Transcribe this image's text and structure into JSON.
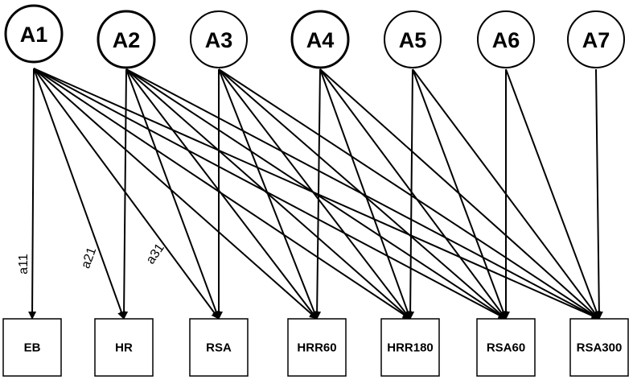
{
  "factors": [
    "A1",
    "A2",
    "A3",
    "A4",
    "A5",
    "A6",
    "A7"
  ],
  "indicators": [
    "EB",
    "HR",
    "RSA",
    "HRR60",
    "HRR180",
    "RSA60",
    "RSA300"
  ],
  "edge_labels": [
    {
      "from": "A1",
      "to": "EB",
      "text": "a11"
    },
    {
      "from": "A1",
      "to": "HR",
      "text": "a21"
    },
    {
      "from": "A1",
      "to": "RSA",
      "text": "a31"
    }
  ],
  "edges": [
    [
      "A1",
      "EB"
    ],
    [
      "A1",
      "HR"
    ],
    [
      "A1",
      "RSA"
    ],
    [
      "A1",
      "HRR60"
    ],
    [
      "A1",
      "HRR180"
    ],
    [
      "A1",
      "RSA60"
    ],
    [
      "A1",
      "RSA300"
    ],
    [
      "A2",
      "HR"
    ],
    [
      "A2",
      "RSA"
    ],
    [
      "A2",
      "HRR60"
    ],
    [
      "A2",
      "HRR180"
    ],
    [
      "A2",
      "RSA60"
    ],
    [
      "A2",
      "RSA300"
    ],
    [
      "A3",
      "RSA"
    ],
    [
      "A3",
      "HRR60"
    ],
    [
      "A3",
      "HRR180"
    ],
    [
      "A3",
      "RSA60"
    ],
    [
      "A3",
      "RSA300"
    ],
    [
      "A4",
      "HRR60"
    ],
    [
      "A4",
      "HRR180"
    ],
    [
      "A4",
      "RSA60"
    ],
    [
      "A4",
      "RSA300"
    ],
    [
      "A5",
      "HRR180"
    ],
    [
      "A5",
      "RSA60"
    ],
    [
      "A5",
      "RSA300"
    ],
    [
      "A6",
      "RSA60"
    ],
    [
      "A6",
      "RSA300"
    ],
    [
      "A7",
      "RSA300"
    ]
  ],
  "thick_outline_factors": [
    "A1",
    "A2",
    "A4"
  ]
}
